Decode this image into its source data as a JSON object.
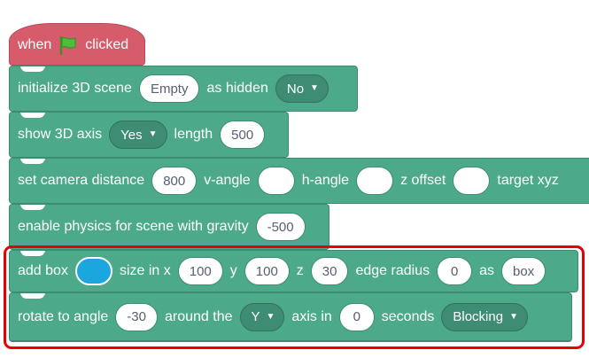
{
  "hat": {
    "when": "when",
    "clicked": "clicked",
    "flag_icon": "green-flag-icon",
    "color": "#d65c6c"
  },
  "init_scene": {
    "label": "initialize 3D scene",
    "scene_value": "Empty",
    "hidden_label": "as hidden",
    "hidden_value": "No"
  },
  "show_axis": {
    "label": "show 3D axis",
    "axis_value": "Yes",
    "length_label": "length",
    "length_value": "500"
  },
  "camera": {
    "label": "set camera distance",
    "distance_value": "800",
    "v_label": "v-angle",
    "v_value": "",
    "h_label": "h-angle",
    "h_value": "",
    "z_label": "z offset",
    "z_value": "",
    "target_label": "target xyz"
  },
  "physics": {
    "label": "enable physics for scene with gravity",
    "gravity_value": "-500"
  },
  "add_box": {
    "label": "add box",
    "color_value": "#1ba6e0",
    "size_label": "size in x",
    "x_value": "100",
    "y_label": "y",
    "y_value": "100",
    "z_label": "z",
    "z_value": "30",
    "radius_label": "edge radius",
    "radius_value": "0",
    "as_label": "as",
    "name_value": "box"
  },
  "rotate": {
    "label": "rotate to angle",
    "angle_value": "-30",
    "around_label": "around the",
    "axis_value": "Y",
    "axis_in_label": "axis in",
    "seconds_value": "0",
    "seconds_label": "seconds",
    "mode_value": "Blocking"
  },
  "colors": {
    "block_green": "#4caa8a",
    "dropdown_green": "#3f8c74",
    "highlight_red": "#e60000"
  }
}
